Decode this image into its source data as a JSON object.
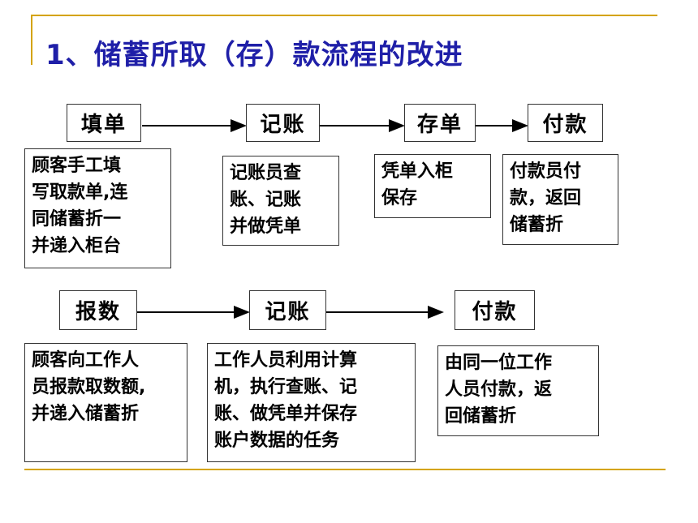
{
  "title": "1、储蓄所取（存）款流程的改进",
  "row1": {
    "steps": [
      "填单",
      "记账",
      "存单",
      "付款"
    ],
    "descriptions": [
      "顾客手工填\n写取款单,连\n同储蓄折一\n并递入柜台",
      "记账员查\n账、记账\n并做凭单",
      "凭单入柜\n保存",
      "付款员付\n款，返回\n储蓄折"
    ]
  },
  "row2": {
    "steps": [
      "报数",
      "记账",
      "付款"
    ],
    "descriptions": [
      "顾客向工作人\n员报款取数额,\n并递入储蓄折",
      "工作人员利用计算\n机，执行查账、记\n账、做凭单并保存\n账户数据的任务",
      "由同一位工作\n人员付款，返\n回储蓄折"
    ]
  },
  "colors": {
    "accent_line": "#d4a300",
    "title": "#1f1fa8"
  }
}
